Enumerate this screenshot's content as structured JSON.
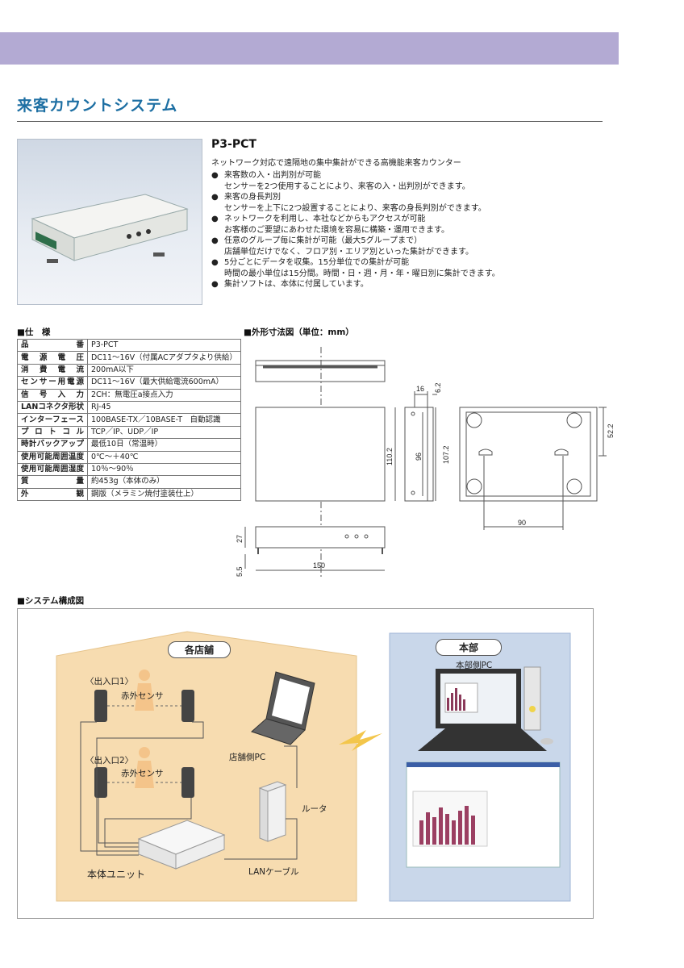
{
  "page_title": "来客カウントシステム",
  "product": {
    "model": "P3-PCT",
    "description": "ネットワーク対応で遠隔地の集中集計ができる高機能来客カウンター",
    "bullet_glyph": "●",
    "features": [
      {
        "head": "来客数の入・出判別が可能",
        "sub": "センサーを2つ使用することにより、来客の入・出判別ができます。"
      },
      {
        "head": "来客の身長判別",
        "sub": "センサーを上下に2つ設置することにより、来客の身長判別ができます。"
      },
      {
        "head": "ネットワークを利用し、本社などからもアクセスが可能",
        "sub": "お客様のご要望にあわせた環境を容易に構築・運用できます。"
      },
      {
        "head": "任意のグループ毎に集計が可能（最大5グループまで）",
        "sub": "店舗単位だけでなく、フロア別・エリア別といった集計ができます。"
      },
      {
        "head": "5分ごとにデータを収集。15分単位での集計が可能",
        "sub": "時間の最小単位は15分間。時間・日・週・月・年・曜日別に集計できます。"
      },
      {
        "head": "集計ソフトは、本体に付属しています。",
        "sub": ""
      }
    ]
  },
  "spec": {
    "heading": "■仕　様",
    "rows": [
      {
        "k": "品番",
        "v": "P3-PCT"
      },
      {
        "k": "電源電圧",
        "v": "DC11～16V（付属ACアダプタより供給）"
      },
      {
        "k": "消費電流",
        "v": "200mA以下"
      },
      {
        "k": "センサー用電源",
        "v": "DC11～16V（最大供給電流600mA）"
      },
      {
        "k": "信号入力",
        "v": "2CH：無電圧a接点入力"
      },
      {
        "k": "LANコネクタ形状",
        "v": "RJ-45"
      },
      {
        "k": "インターフェース",
        "v": "100BASE-TX／10BASE-T　自動認識"
      },
      {
        "k": "プロトコル",
        "v": "TCP／IP、UDP／IP"
      },
      {
        "k": "時計バックアップ",
        "v": "最低10日（常温時）"
      },
      {
        "k": "使用可能周囲温度",
        "v": "0℃～＋40℃"
      },
      {
        "k": "使用可能周囲湿度",
        "v": "10％～90％"
      },
      {
        "k": "質量",
        "v": "約453g（本体のみ）"
      },
      {
        "k": "外観",
        "v": "鋼版（メラミン焼付塗装仕上）"
      }
    ]
  },
  "dimensions": {
    "heading": "■外形寸法図（単位：mm）",
    "labels": {
      "d16": "16",
      "d6_2": "6.2",
      "d110_2": "110.2",
      "d96": "96",
      "d107_2": "107.2",
      "d52_2": "52.2",
      "d90": "90",
      "d27": "27",
      "d5_5": "5.5",
      "d150": "150"
    }
  },
  "system": {
    "heading": "■システム構成図",
    "store": "各店舗",
    "hq": "本部",
    "hq_pc": "本部側PC",
    "entrance1": "〈出入口1〉",
    "entrance2": "〈出入口2〉",
    "ir_sensor1": "赤外センサ",
    "ir_sensor2": "赤外センサ",
    "store_pc": "店舗側PC",
    "router": "ルータ",
    "main_unit": "本体ユニット",
    "lan_cable": "LANケーブル"
  },
  "colors": {
    "band": "#b3aad3",
    "title": "#1d6fa3",
    "store_bg": "#f7dcb0",
    "hq_bg": "#c9d7ea"
  }
}
